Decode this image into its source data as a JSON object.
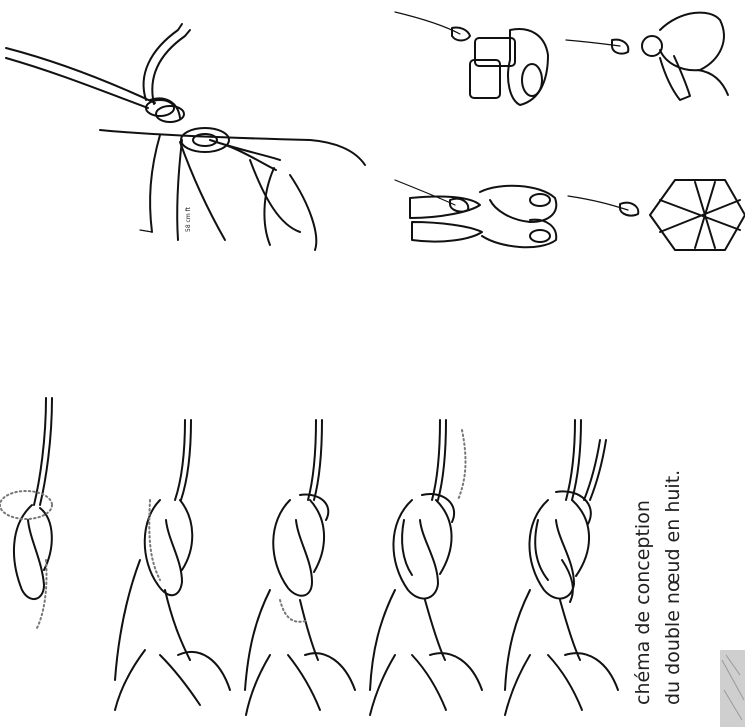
{
  "caption": {
    "line1": "chéma de conception",
    "line2": "du double nœud en huit."
  },
  "panel_note": "58 cm ft"
}
